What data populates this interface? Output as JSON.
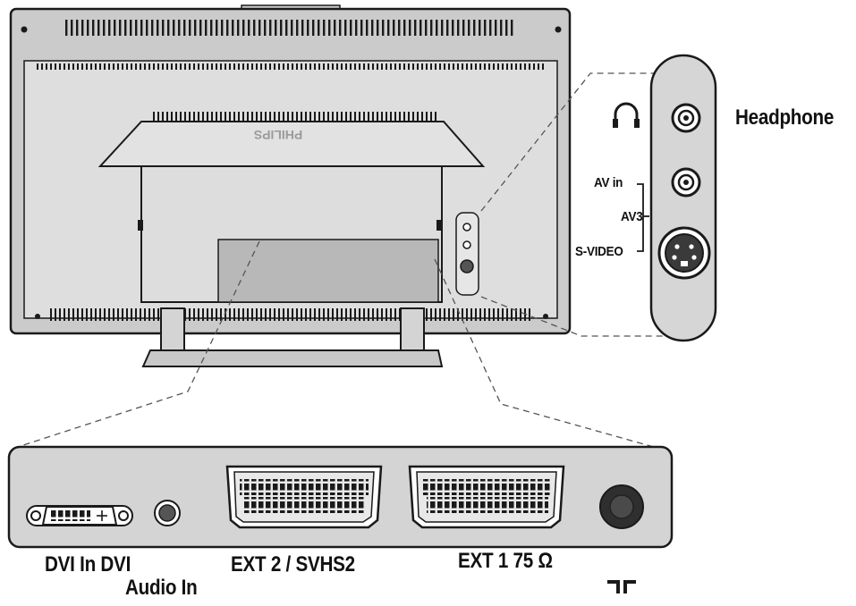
{
  "side_panel": {
    "headphone_label": "Headphone",
    "av_in_label": "AV in",
    "av3_label": "AV3",
    "svideo_label": "S-VIDEO",
    "headphone_icon": "headphones-icon"
  },
  "bottom_panel": {
    "dvi_in_label": "DVI In DVI",
    "audio_in_label": "Audio In",
    "ext2_label": "EXT 2 / SVHS2",
    "ext1_label": "EXT 1 75 Ω",
    "antenna_icon": "antenna-symbol-icon"
  },
  "tv": {
    "brand_text": "PHILIPS"
  },
  "colors": {
    "line": "#1a1a1a",
    "tv_body": "#d9d9d9",
    "tv_rim": "#bdbdbd",
    "panel_fill": "#d4d4d4",
    "dark_port": "#3a3a3a",
    "connector_area": "#b8b8b8"
  }
}
